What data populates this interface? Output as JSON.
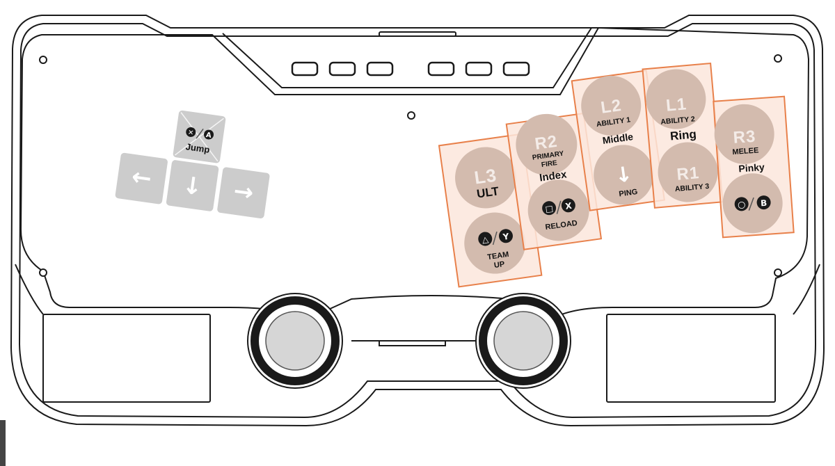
{
  "colors": {
    "outline": "#1a1a1a",
    "group_stroke": "#e8804a",
    "group_fill": "#fbe6dc",
    "button_fill": "#d3bbae",
    "key_fill": "#cccccc"
  },
  "keys": {
    "up": {
      "top_glyph": "✕",
      "bottom_glyph": "A",
      "label": "Jump"
    },
    "left": {
      "arrow": "←"
    },
    "down": {
      "arrow": "↓"
    },
    "right": {
      "arrow": "→"
    }
  },
  "groups": {
    "thumb": {
      "l3": {
        "code": "L3",
        "label": "ULT"
      },
      "face": {
        "glyph_a": "△",
        "glyph_b": "Y",
        "label_line1": "TEAM",
        "label_line2": "UP"
      }
    },
    "index": {
      "finger": "Index",
      "r2": {
        "code": "R2",
        "label_line1": "PRIMARY",
        "label_line2": "FIRE"
      },
      "face": {
        "glyph_a": "□",
        "glyph_b": "X",
        "label": "RELOAD"
      }
    },
    "middle": {
      "finger": "Middle",
      "l2": {
        "code": "L2",
        "label": "ABILITY 1"
      },
      "down": {
        "arrow": "↓",
        "label": "PING"
      }
    },
    "ring": {
      "finger": "Ring",
      "l1": {
        "code": "L1",
        "label": "ABILITY 2"
      },
      "r1": {
        "code": "R1",
        "label": "ABILITY 3"
      }
    },
    "pinky": {
      "finger": "Pinky",
      "r3": {
        "code": "R3",
        "label": "MELEE"
      },
      "face": {
        "glyph_a": "○",
        "glyph_b": "B"
      }
    }
  }
}
